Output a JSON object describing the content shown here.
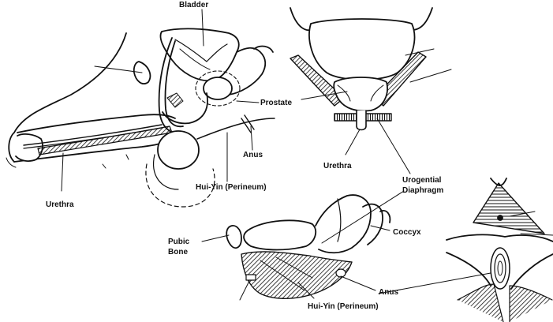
{
  "labels": {
    "bladder": "Bladder",
    "prostate": "Prostate",
    "anus_top": "Anus",
    "perineum_top": "Hui-Yin (Perineum)",
    "urethra_left": "Urethra",
    "urethra_mid": "Urethra",
    "urogenital_line1": "Urogential",
    "urogenital_line2": "Diaphragm",
    "coccyx": "Coccyx",
    "pubic_line1": "Pubic",
    "pubic_line2": "Bone",
    "anus_bottom": "Anus",
    "perineum_bottom": "Hui-Yin (Perineum)"
  },
  "colors": {
    "ink": "#111111",
    "paper": "#ffffff"
  }
}
